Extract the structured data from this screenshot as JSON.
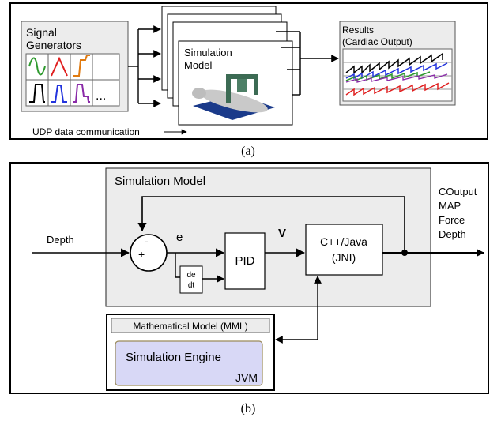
{
  "panel_a": {
    "signal_generators": {
      "line1": "Signal",
      "line2": "Generators",
      "ellipsis": "..."
    },
    "simulation_model": {
      "line1": "Simulation",
      "line2": "Model"
    },
    "results": {
      "line1": "Results",
      "line2": "(Cardiac Output)"
    },
    "udp_label": "UDP data communication",
    "caption": "(a)"
  },
  "panel_b": {
    "block_title": "Simulation Model",
    "input_label": "Depth",
    "sum_minus": "-",
    "sum_plus": "+",
    "error_label": "e",
    "deriv_num": "de",
    "deriv_den": "dt",
    "pid_label": "PID",
    "velocity_label": "V",
    "cpp_line1": "C++/Java",
    "cpp_line2": "(JNI)",
    "outputs": [
      "COutput",
      "MAP",
      "Force",
      "Depth"
    ],
    "mml_label": "Mathematical Model (MML)",
    "engine_label": "Simulation Engine",
    "jvm_label": "JVM",
    "caption": "(b)"
  },
  "colors": {
    "panel_fill": "#ececec",
    "engine_fill": "#d8d8f6",
    "engine_border": "#9a8a5a",
    "signal_green": "#2e9a2e",
    "signal_red": "#e02020",
    "signal_orange": "#e07a10",
    "signal_blue": "#2233dd",
    "signal_purple": "#8a2aa8",
    "patient_blue": "#1a3a8a"
  }
}
